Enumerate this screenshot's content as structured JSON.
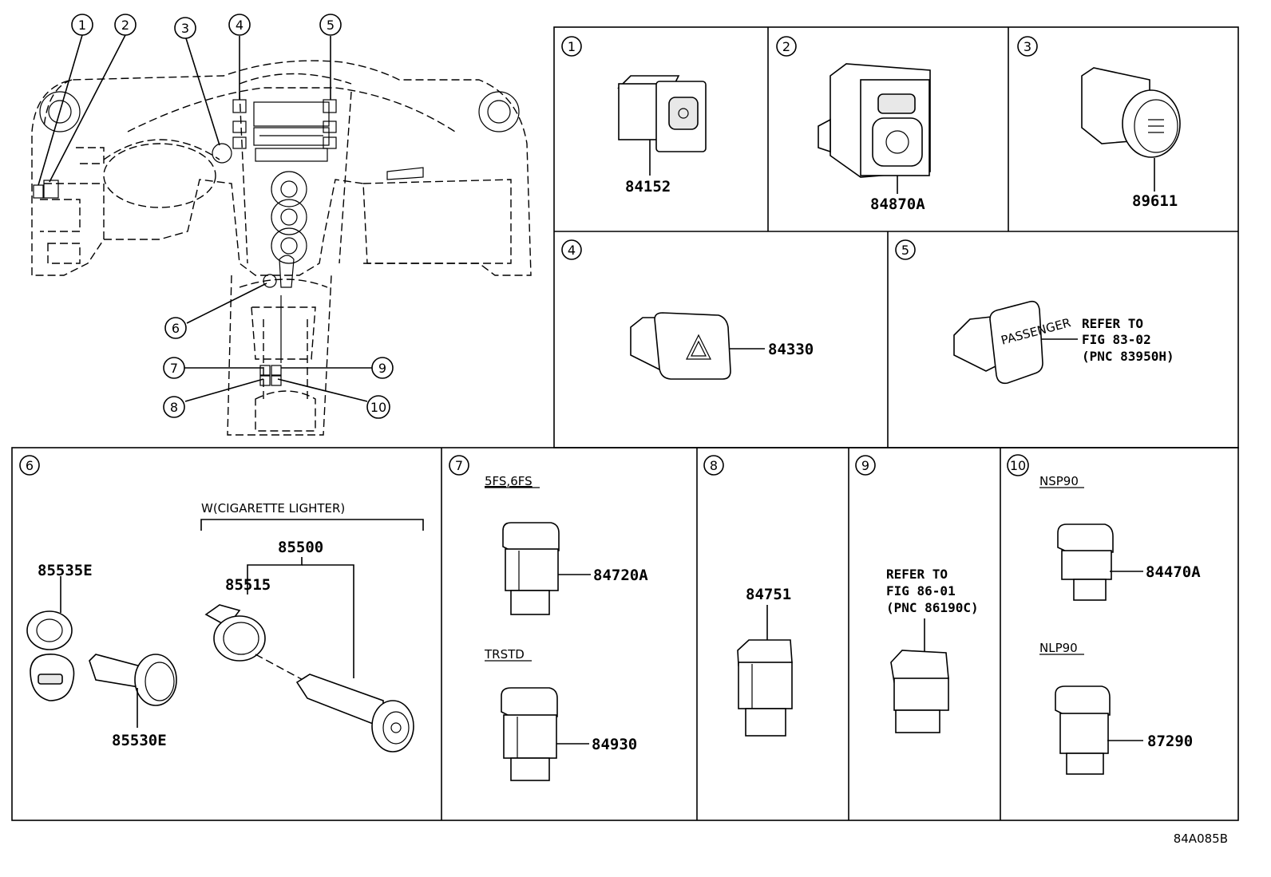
{
  "callouts": [
    "1",
    "2",
    "3",
    "4",
    "5",
    "6",
    "7",
    "8",
    "9",
    "10"
  ],
  "panels": {
    "p1": {
      "num": "1",
      "part": "84152"
    },
    "p2": {
      "num": "2",
      "part": "84870A"
    },
    "p3": {
      "num": "3",
      "part": "89611"
    },
    "p4": {
      "num": "4",
      "part": "84330"
    },
    "p5": {
      "num": "5",
      "refer": [
        "REFER TO",
        "FIG 83-02",
        "(PNC 83950H)"
      ],
      "switch_text": "PASSENGER"
    },
    "p6": {
      "num": "6",
      "label": "W(CIGARETTE LIGHTER)",
      "parts": [
        "85535E",
        "85530E",
        "85500",
        "85515"
      ]
    },
    "p7": {
      "num": "7",
      "label_a": "5FS,6FS",
      "part_a": "84720A",
      "label_b": "TRSTD",
      "part_b": "84930"
    },
    "p8": {
      "num": "8",
      "part": "84751"
    },
    "p9": {
      "num": "9",
      "refer": [
        "REFER TO",
        "FIG 86-01",
        "(PNC 86190C)"
      ]
    },
    "p10": {
      "num": "10",
      "label_a": "NSP90",
      "part_a": "84470A",
      "label_b": "NLP90",
      "part_b": "87290"
    }
  },
  "figure_code": "84A085B"
}
